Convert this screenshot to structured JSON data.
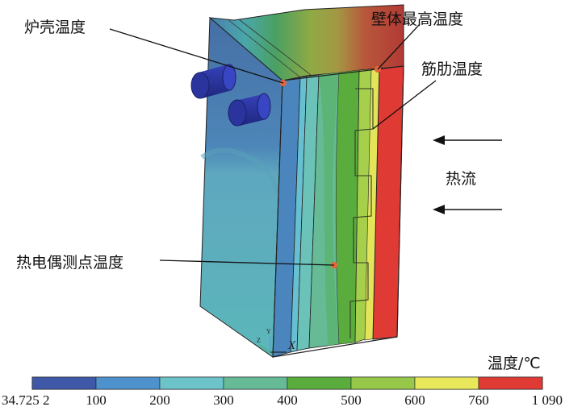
{
  "annotations": {
    "shell_temp": "炉壳温度",
    "wall_max_temp": "壁体最高温度",
    "rib_temp": "筋肋温度",
    "thermocouple_temp": "热电偶测点温度",
    "heat_flow": "热流"
  },
  "legend": {
    "title": "温度/℃",
    "ticks": [
      "34.725 2",
      "100",
      "200",
      "300",
      "400",
      "500",
      "600",
      "760",
      "1 090"
    ],
    "colors": [
      "#3f58a7",
      "#4e92cd",
      "#6cc3c9",
      "#66bb96",
      "#5aad3c",
      "#98c84a",
      "#e8e85a",
      "#e03a35"
    ]
  },
  "axes": {
    "x_label": "X",
    "y_label": "Y",
    "z_label": "Z"
  },
  "colors": {
    "shell": "#4a86bd",
    "hot_face": "#e03a35",
    "marker": "#e8643c",
    "pipe": "#2e3aa8"
  }
}
